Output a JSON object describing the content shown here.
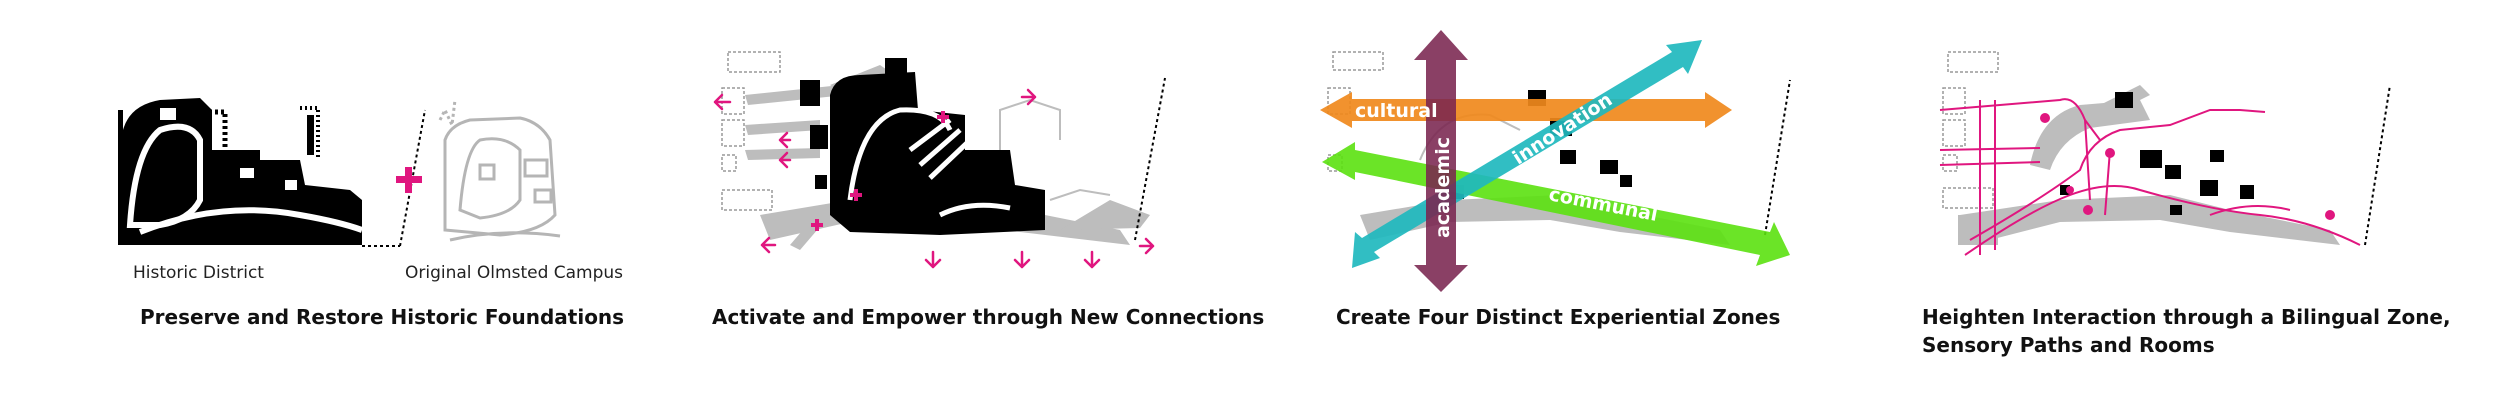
{
  "panels": [
    {
      "caption": [
        "Preserve and Restore Historic Foundations"
      ],
      "labels": {
        "left": "Historic District",
        "right": "Original Olmsted Campus"
      }
    },
    {
      "caption": [
        "Activate and Empower through New Connections"
      ]
    },
    {
      "caption": [
        "Create Four Distinct Experiential Zones"
      ],
      "zones": {
        "cultural": "cultural",
        "academic": "academic",
        "innovation": "innovation",
        "communal": "communal"
      }
    },
    {
      "caption": [
        "Heighten Interaction through a Bilingual Zone,",
        "Sensory Paths and Rooms"
      ]
    }
  ],
  "colors": {
    "magenta": "#e0167f",
    "cultural": "#f0891c",
    "academic": "#7a2550",
    "innovation": "#1fb8be",
    "communal": "#5be10f",
    "gray": "#bdbdbd",
    "black": "#000000"
  }
}
